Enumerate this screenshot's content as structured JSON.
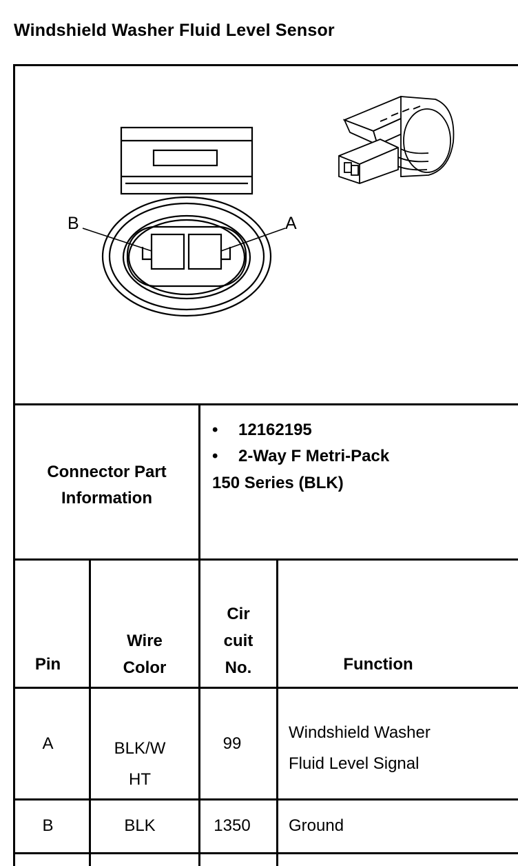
{
  "page": {
    "title": "Windshield Washer Fluid Level Sensor"
  },
  "figure": {
    "label_b": "B",
    "label_a": "A"
  },
  "connector_info": {
    "label_line1": "Connector Part",
    "label_line2": "Information",
    "bullet": "•",
    "part_number": "12162195",
    "description_line1": "2-Way F Metri-Pack",
    "description_line2": "150 Series (BLK)"
  },
  "pin_table": {
    "headers": {
      "pin": "Pin",
      "wire_color_line1": "Wire",
      "wire_color_line2": "Color",
      "circuit_line1": "Cir",
      "circuit_line2": "cuit",
      "circuit_line3": "No.",
      "function": "Function"
    },
    "rows": [
      {
        "pin": "A",
        "wire_color_line1": "BLK/W",
        "wire_color_line2": "HT",
        "circuit": "99",
        "function_line1": "Windshield Washer",
        "function_line2": "Fluid Level Signal"
      },
      {
        "pin": "B",
        "wire_color": "BLK",
        "circuit": "1350",
        "function": "Ground"
      }
    ]
  }
}
